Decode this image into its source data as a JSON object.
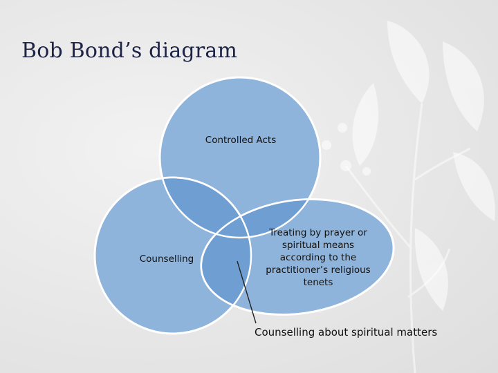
{
  "slide": {
    "title": "Bob Bond’s diagram"
  },
  "diagram": {
    "circles": {
      "controlled_acts": "Controlled Acts",
      "counselling": "Counselling",
      "treating": [
        "Treating by prayer or",
        "spiritual means",
        "according to the",
        "practitioner’s religious",
        "tenets"
      ]
    },
    "callout": "Counselling about spiritual matters"
  },
  "colors": {
    "circle_fill": "#8fb4dc",
    "circle_stroke": "#ffffff",
    "overlap_fill": "#6f9fd2",
    "title": "#1e2446"
  }
}
